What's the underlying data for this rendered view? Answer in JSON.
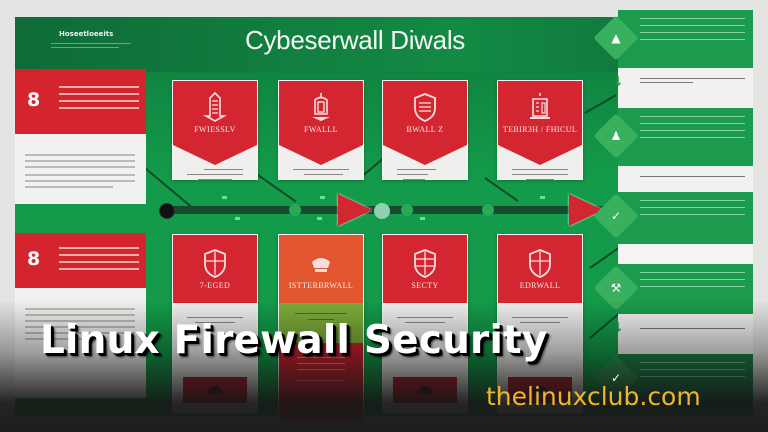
{
  "infographic": {
    "title": "Cybeserwall Diwals",
    "mini_header": "Hoseetloeeits",
    "left_panels": [
      {
        "number": "8"
      },
      {
        "number": "8"
      }
    ],
    "top_cards": [
      {
        "label": "FWIESSLV",
        "icon": "building-icon"
      },
      {
        "label": "FWALLL",
        "icon": "tower-icon"
      },
      {
        "label": "BWALL Z",
        "icon": "shield-icon"
      },
      {
        "label": "TEBIR3H / FHICUL",
        "icon": "building-icon"
      }
    ],
    "bottom_cards": [
      {
        "label": "7-EGED",
        "icon": "shield-icon",
        "color": "#d42631"
      },
      {
        "label": "ISTTERBRWALL",
        "icon": "crown-icon",
        "color": "#e2562f"
      },
      {
        "label": "SECTY",
        "icon": "shield-icon",
        "color": "#d42631"
      },
      {
        "label": "EDRWALL",
        "icon": "shield-icon",
        "color": "#d42631"
      }
    ],
    "right_steps": [
      {
        "type": "green",
        "icon": "network-icon"
      },
      {
        "type": "white",
        "icon": "down-arrow-icon"
      },
      {
        "type": "green",
        "icon": "users-icon"
      },
      {
        "type": "white",
        "icon": "none"
      },
      {
        "type": "green",
        "icon": "check-icon"
      },
      {
        "type": "green",
        "icon": "wrench-icon"
      },
      {
        "type": "white",
        "icon": "down-arrow-icon"
      },
      {
        "type": "green",
        "icon": "check-icon"
      }
    ]
  },
  "overlay": {
    "headline": "Linux Firewall Security",
    "site": "thelinuxclub.com"
  },
  "colors": {
    "green": "#149b48",
    "red": "#d42631",
    "orange": "#e2562f",
    "site_yellow": "#f0b429"
  }
}
